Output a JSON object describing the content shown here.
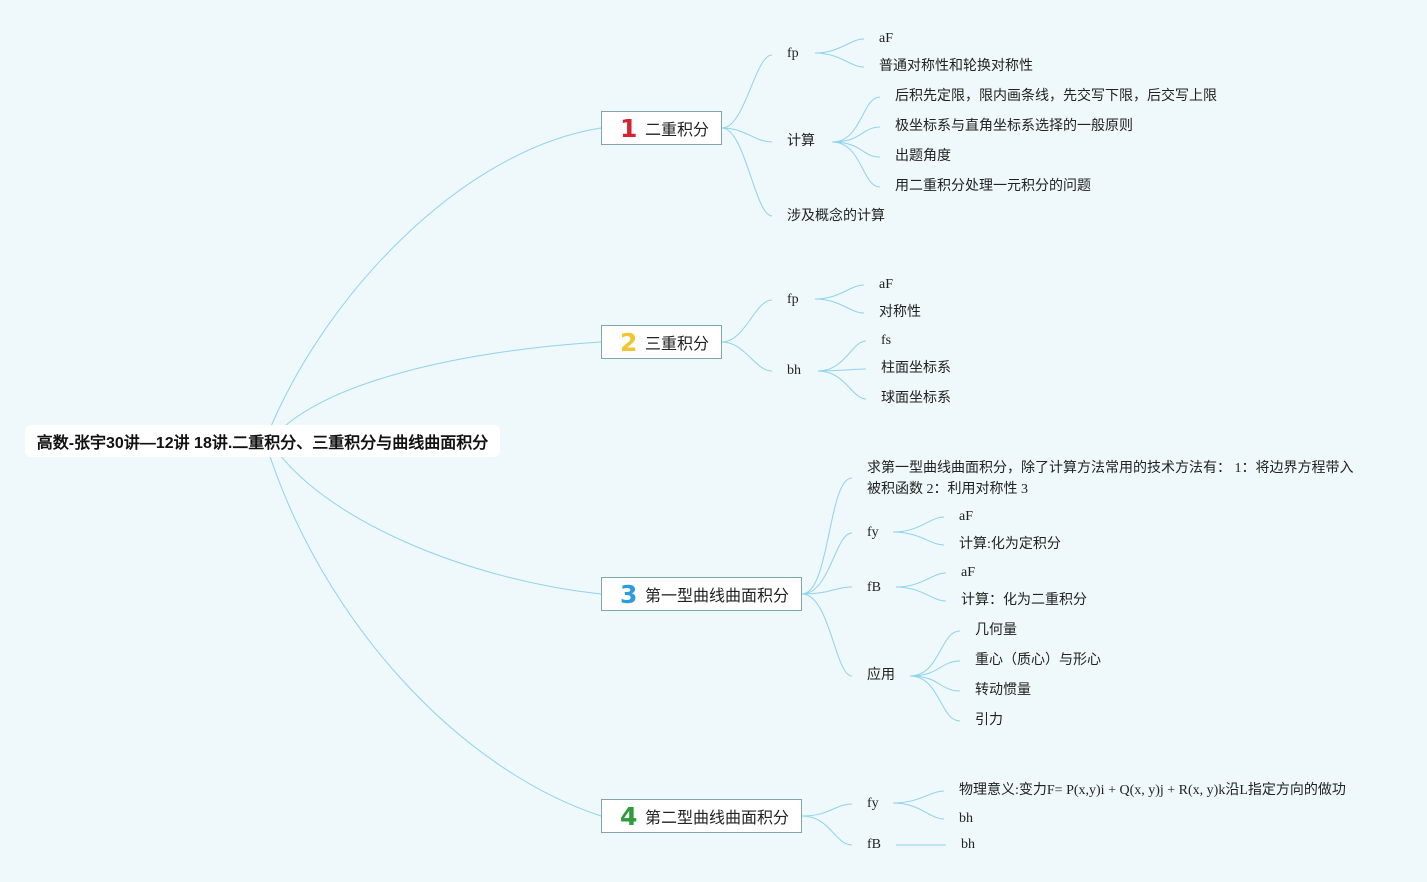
{
  "root": {
    "title": "高数-张宇30讲—12讲 18讲.二重积分、三重积分与曲线曲面积分"
  },
  "colors": {
    "background": "#eff8fa",
    "connector": "#8fd3ef",
    "num1": "#d5232f",
    "num2": "#f2c530",
    "num3": "#2d9be0",
    "num4": "#2e9c3a"
  },
  "branches": [
    {
      "num": "1",
      "label": "二重积分",
      "children": [
        {
          "label": "fp",
          "children": [
            "aF",
            "普通对称性和轮换对称性"
          ]
        },
        {
          "label": "计算",
          "children": [
            "后积先定限，限内画条线，先交写下限，后交写上限",
            "极坐标系与直角坐标系选择的一般原则",
            "出题角度",
            "用二重积分处理一元积分的问题"
          ]
        },
        {
          "label": "涉及概念的计算",
          "children": []
        }
      ]
    },
    {
      "num": "2",
      "label": "三重积分",
      "children": [
        {
          "label": "fp",
          "children": [
            "aF",
            "对称性"
          ]
        },
        {
          "label": "bh",
          "children": [
            "fs",
            "柱面坐标系",
            "球面坐标系"
          ]
        }
      ]
    },
    {
      "num": "3",
      "label": "第一型曲线曲面积分",
      "children": [
        {
          "label": "求第一型曲线曲面积分，除了计算方法常用的技术方法有： 1：将边界方程带入被积函数 2：利用对称性 3",
          "children": []
        },
        {
          "label": "fy",
          "children": [
            "aF",
            "计算:化为定积分"
          ]
        },
        {
          "label": "fB",
          "children": [
            "aF",
            "计算：化为二重积分"
          ]
        },
        {
          "label": "应用",
          "children": [
            "几何量",
            "重心（质心）与形心",
            "转动惯量",
            "引力"
          ]
        }
      ]
    },
    {
      "num": "4",
      "label": "第二型曲线曲面积分",
      "children": [
        {
          "label": "fy",
          "children": [
            "物理意义:变力F= P(x,y)i + Q(x, y)j + R(x, y)k沿L指定方向的做功",
            "bh"
          ]
        },
        {
          "label": "fB",
          "children": [
            "bh"
          ]
        }
      ]
    }
  ]
}
